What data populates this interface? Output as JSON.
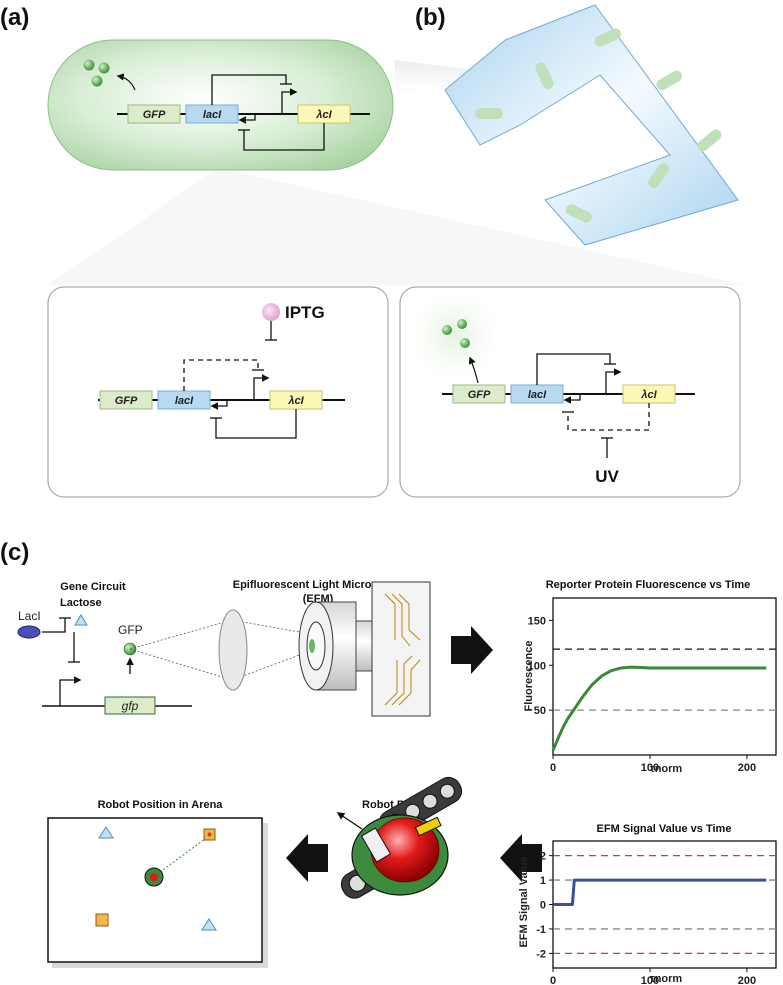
{
  "panels": {
    "a": "(a)",
    "b": "(b)",
    "c": "(c)"
  },
  "genes": {
    "gfp": "GFP",
    "lacI": "lacI",
    "lambda": "λcI",
    "gfp_lower": "gfp"
  },
  "inducers": {
    "iptg": "IPTG",
    "uv": "UV"
  },
  "circuit": {
    "title": "Gene Circuit",
    "lacI_protein": "LacI",
    "lactose": "Lactose",
    "gfp_protein": "GFP"
  },
  "microscope": {
    "title_line1": "Epifluorescent Light Microscope",
    "title_line2": "(EFM)"
  },
  "robot": {
    "arena_title": "Robot Position in Arena",
    "behavior_title": "Robot Behavior"
  },
  "colors": {
    "gfp_box": "#dcebc8",
    "lacI_box": "#b7d9f2",
    "lambda_box": "#fbf7b6",
    "cell": "#cde8c8",
    "chart1_line": "#3a8a3a",
    "chart2_line": "#3a4fa0",
    "dashed_red": "#d43a3a"
  },
  "chart_data": [
    {
      "type": "line",
      "title": "Reporter Protein Fluorescence vs Time",
      "xlabel": "τnorm",
      "ylabel": "Fluorescence",
      "xlim": [
        0,
        230
      ],
      "ylim": [
        0,
        175
      ],
      "xticks": [
        0,
        100,
        200
      ],
      "yticks": [
        50,
        100,
        150
      ],
      "reference_lines": [
        {
          "y": 118,
          "style": "dashed",
          "color": "#111111"
        },
        {
          "y": 50,
          "style": "dashed",
          "color": "#888888"
        }
      ],
      "series": [
        {
          "x": [
            0,
            5,
            10,
            15,
            20,
            25,
            30,
            40,
            50,
            60,
            70,
            80,
            90,
            100,
            120,
            140,
            160,
            180,
            200,
            220
          ],
          "y": [
            5,
            18,
            30,
            40,
            48,
            56,
            64,
            78,
            88,
            94,
            97,
            98,
            97.5,
            97,
            97,
            97,
            97,
            97,
            97,
            97
          ]
        }
      ]
    },
    {
      "type": "line",
      "title": "EFM Signal Value vs Time",
      "xlabel": "τnorm",
      "ylabel": "EFM Signal Value",
      "xlim": [
        0,
        230
      ],
      "ylim": [
        -2.6,
        2.6
      ],
      "xticks": [
        0,
        100,
        200
      ],
      "yticks": [
        -2,
        -1,
        0,
        1,
        2
      ],
      "reference_lines": [
        {
          "y": 2,
          "style": "dashed",
          "color": "#d43a3a"
        },
        {
          "y": 1,
          "style": "dashed",
          "color": "#888888"
        },
        {
          "y": -1,
          "style": "dashed",
          "color": "#888888"
        },
        {
          "y": -2,
          "style": "dashed",
          "color": "#d43a3a"
        }
      ],
      "series": [
        {
          "x": [
            0,
            20,
            22,
            220
          ],
          "y": [
            0,
            0,
            1,
            1
          ]
        }
      ]
    }
  ]
}
